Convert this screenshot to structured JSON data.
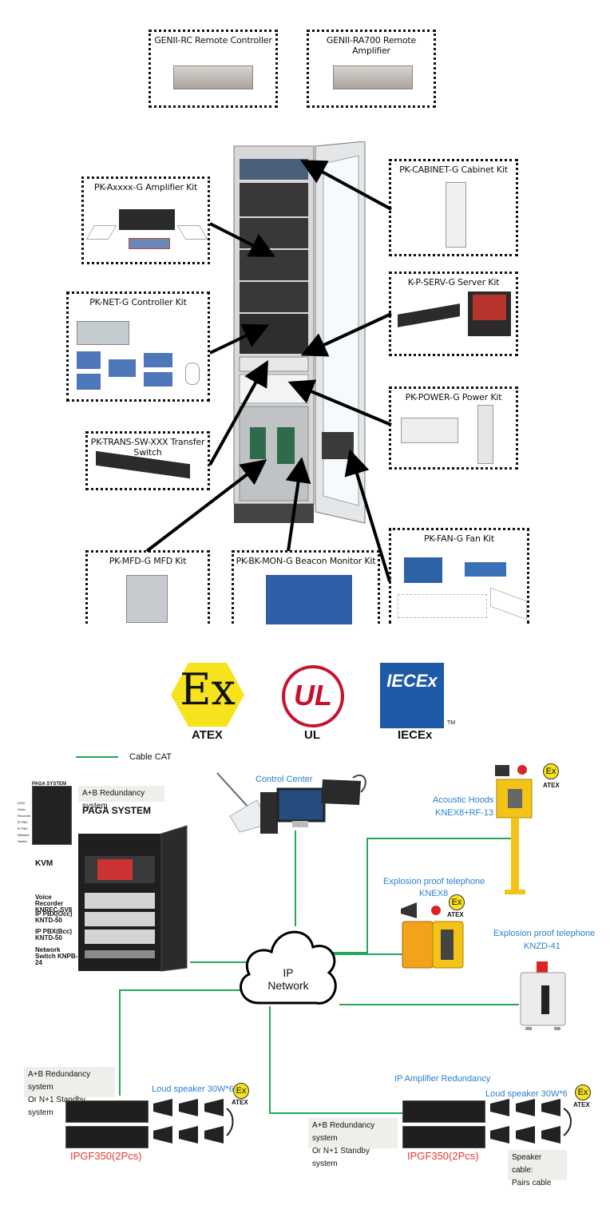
{
  "rack_diagram": {
    "kits": {
      "genii_rc": "GENII-RC Remote Controller",
      "genii_ra700": "GENII-RA700 Remote Amplifier",
      "amplifier": "PK-Axxxx-G Amplifier Kit",
      "cabinet": "PK-CABINET-G Cabinet Kit",
      "controller": "PK-NET-G Controller Kit",
      "server": "K-P-SERV-G Server Kit",
      "power": "PK-POWER-G Power Kit",
      "transfer_switch": "PK-TRANS-SW-XXX Transfer Switch",
      "fan": "PK-FAN-G Fan Kit",
      "mfd": "PK-MFD-G MFD Kit",
      "beacon": "PK-BK-MON-G Beacon Monitor Kit"
    }
  },
  "certifications": {
    "atex_symbol": "Ex",
    "atex": "ATEX",
    "ul_symbol": "UL",
    "ul": "UL",
    "iecex_logo": "IECEx",
    "iecex_tm": "TM",
    "iecex": "IECEx"
  },
  "network": {
    "legend": "Cable CAT",
    "paga_small_label": "PAGA SYSTEM",
    "paga_small_rows": [
      "KVM",
      "Voice Recorder",
      "IP PBX",
      "IP PBX",
      "Network Switch"
    ],
    "redundancy_top": "A+B Redundancy system",
    "paga_system": "PAGA SYSTEM",
    "rack_labels": {
      "kvm": "KVM",
      "voice_recorder": "Voice Recorder KNREC-SV8",
      "ip_pbx_occ": "IP PBX(Occ) KNTD-50",
      "ip_pbx_bcc": "IP PBX(Bcc) KNTD-50",
      "network_switch": "Network Switch KNPB-24"
    },
    "control_center": "Control Center",
    "cloud_line1": "IP",
    "cloud_line2": "Network",
    "acoustic_hoods_line1": "Acoustic Hoods",
    "acoustic_hoods_line2": "KNEX8+RF-13",
    "ex_phone_1_line1": "Explosion proof telephone",
    "ex_phone_1_line2": "KNEX8",
    "ex_phone_2_line1": "Explosion proof telephone",
    "ex_phone_2_line2": "KNZD-41",
    "ex_mark": "Ex",
    "atex": "ATEX",
    "left_redundancy_line1": "A+B Redundancy system",
    "left_redundancy_line2": "Or N+1 Standby system",
    "left_speaker": "Loud speaker 30W*6",
    "left_amplifier": "IPGF350(2Pcs)",
    "ip_amp_redundancy": "IP Amplifier Redundancy",
    "right_redundancy_line1": "A+B Redundancy system",
    "right_redundancy_line2": "Or N+1 Standby system",
    "right_speaker": "Loud speaker 30W*6",
    "right_amplifier": "IPGF350(2Pcs)",
    "speaker_cable_line1": "Speaker cable:",
    "speaker_cable_line2": "Pairs cable"
  },
  "colors": {
    "cable": "#22a85a",
    "accent_blue": "#2a7fcf",
    "accent_red": "#e53a2c",
    "atex_yellow": "#f6e31e",
    "ul_red": "#c8102e",
    "iecex_blue": "#1d5aa8"
  }
}
